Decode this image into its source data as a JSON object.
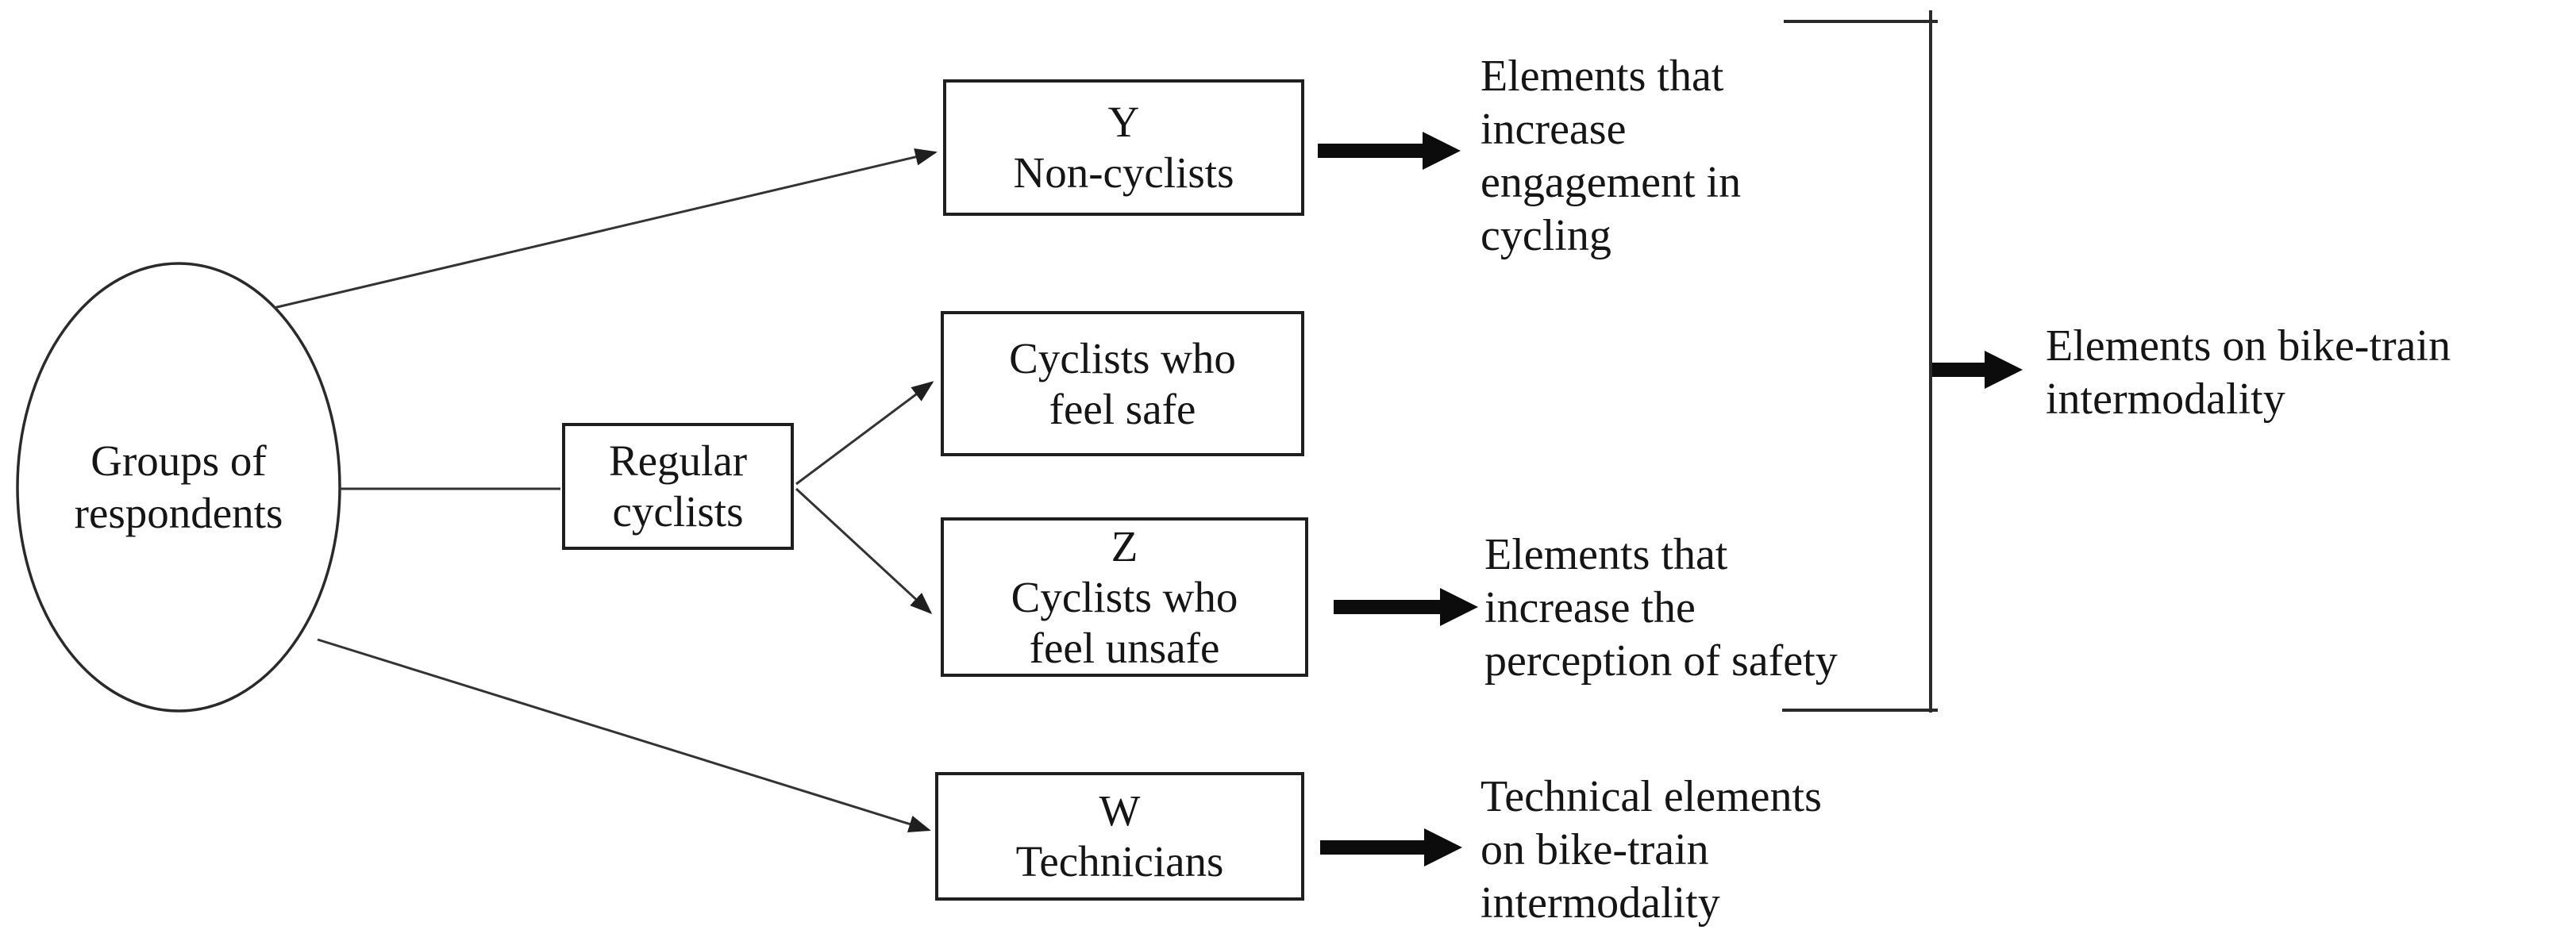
{
  "figure": {
    "background": "#ffffff",
    "ink": "#151515",
    "line_color": "#2a2a2a"
  },
  "ellipse": {
    "lines": [
      "Groups of",
      "respondents"
    ]
  },
  "boxes": [
    {
      "id": "non-cyclists",
      "lines": [
        "Y",
        "Non-cyclists"
      ]
    },
    {
      "id": "regular-cyclists",
      "lines": [
        "Regular",
        "cyclists"
      ]
    },
    {
      "id": "cyclists-feel-safe",
      "lines": [
        "Cyclists who",
        "feel safe"
      ]
    },
    {
      "id": "cyclists-feel-unsafe",
      "lines": [
        "Z",
        "Cyclists who",
        "feel unsafe"
      ]
    },
    {
      "id": "technicians",
      "lines": [
        "W",
        "Technicians"
      ]
    }
  ],
  "labels": [
    {
      "id": "engagement",
      "lines": [
        "Elements that",
        "increase",
        "engagement in",
        "cycling"
      ]
    },
    {
      "id": "safety",
      "lines": [
        "Elements that",
        "increase the",
        "perception of safety"
      ]
    },
    {
      "id": "technical",
      "lines": [
        "Technical elements",
        "on bike-train",
        "intermodality"
      ]
    },
    {
      "id": "intermodality",
      "lines": [
        "Elements on bike-train",
        "intermodality"
      ]
    }
  ]
}
